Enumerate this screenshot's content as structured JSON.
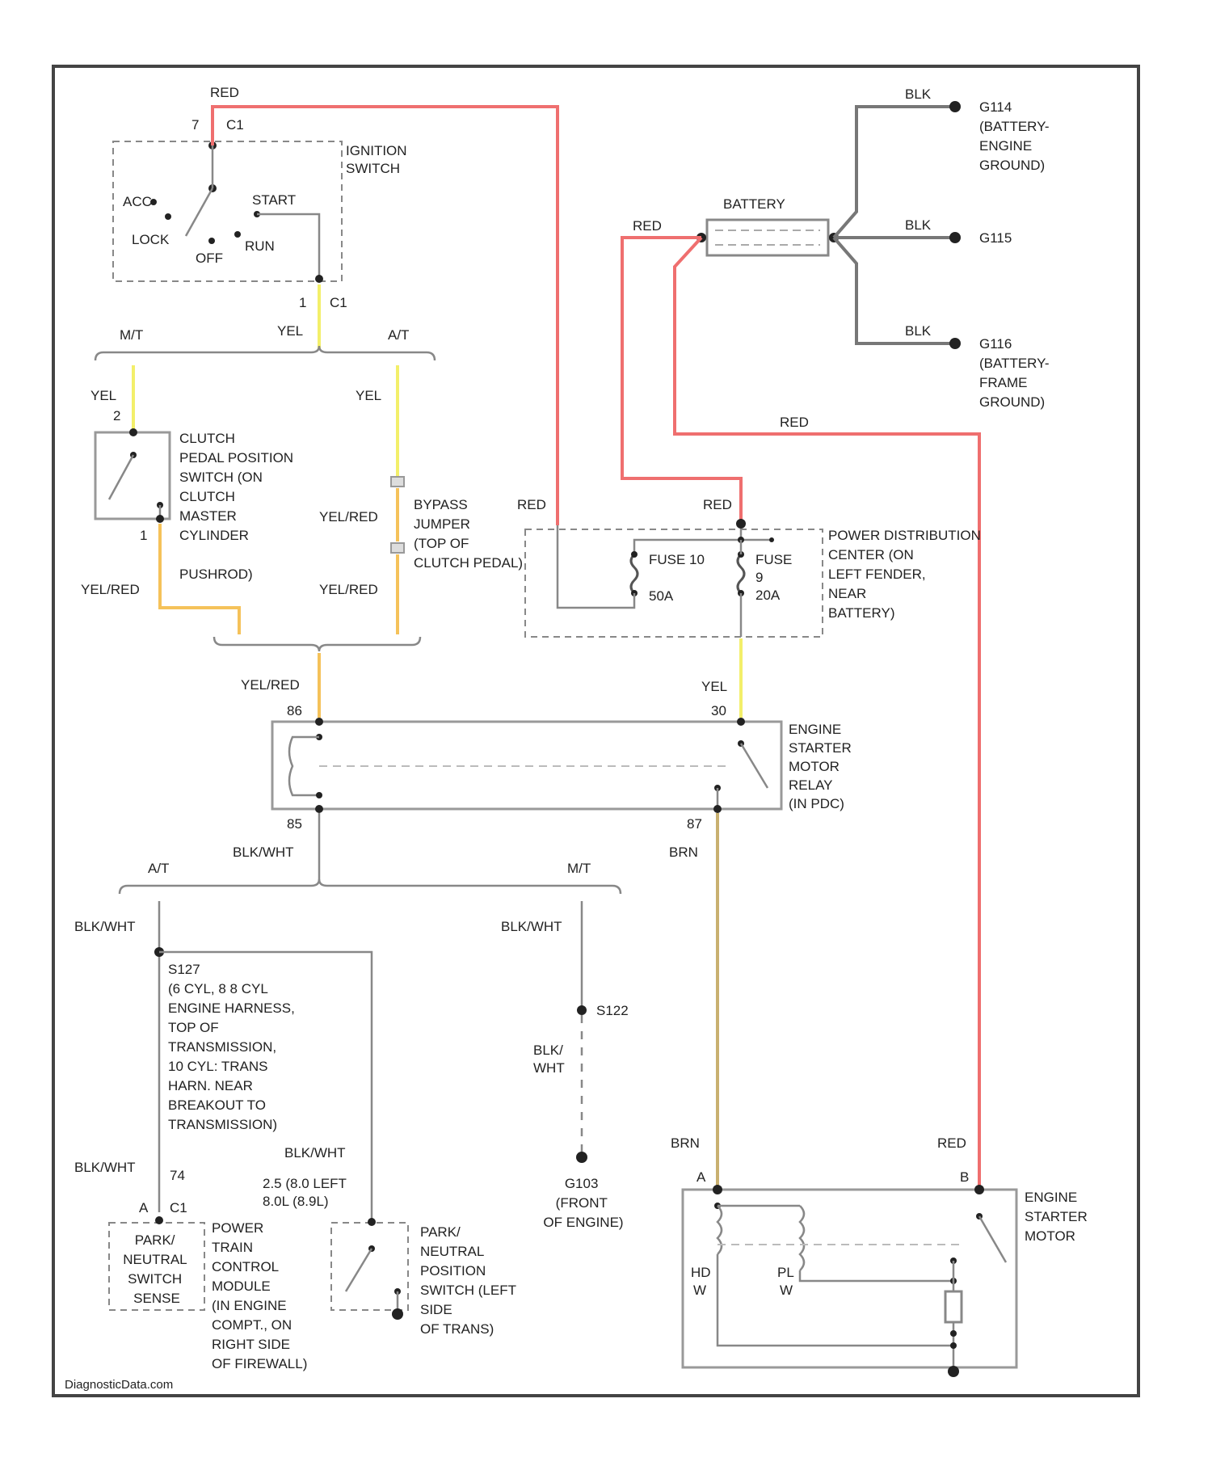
{
  "labels": {
    "red_top": "RED",
    "c1_top_pin": "7",
    "c1_top": "C1",
    "ignition_switch": [
      "IGNITION",
      "SWITCH"
    ],
    "acc": "ACC",
    "start": "START",
    "lock": "LOCK",
    "run": "RUN",
    "off": "OFF",
    "c1_bot_pin": "1",
    "c1_bot": "C1",
    "yel_after_ign": "YEL",
    "mt_1": "M/T",
    "at_1": "A/T",
    "yel_mt": "YEL",
    "yel_at": "YEL",
    "clutch_pin_top": "2",
    "clutch_pin_bot": "1",
    "clutch_switch": [
      "CLUTCH",
      "PEDAL POSITION",
      "SWITCH (ON",
      "CLUTCH",
      "MASTER",
      "CYLINDER"
    ],
    "pushrod": "PUSHROD)",
    "yelred_left": "YEL/RED",
    "yelred_mid_top": "YEL/RED",
    "yelred_mid_bot": "YEL/RED",
    "bypass_jumper": [
      "BYPASS",
      "JUMPER",
      "(TOP OF",
      "CLUTCH PEDAL)"
    ],
    "yelred_relay": "YEL/RED",
    "relay_pin_86": "86",
    "relay_pin_85": "85",
    "relay_pin_30": "30",
    "relay_pin_87": "87",
    "engine_starter_relay": [
      "ENGINE",
      "STARTER",
      "MOTOR",
      "RELAY",
      "(IN PDC)"
    ],
    "battery": "BATTERY",
    "red_battery": "RED",
    "blk_1": "BLK",
    "blk_2": "BLK",
    "blk_3": "BLK",
    "g114": [
      "G114",
      "(BATTERY-",
      "ENGINE",
      "GROUND)"
    ],
    "g115": "G115",
    "g116": [
      "G116",
      "(BATTERY-",
      "FRAME",
      "GROUND)"
    ],
    "red_right": "RED",
    "red_pdc_left": "RED",
    "red_pdc_right": "RED",
    "pdc": [
      "POWER DISTRIBUTION",
      "CENTER (ON",
      "LEFT FENDER,",
      "NEAR",
      "BATTERY)"
    ],
    "fuse10": [
      "FUSE 10",
      "50A"
    ],
    "fuse9": [
      "FUSE",
      "9",
      "20A"
    ],
    "yel_relay": "YEL",
    "blkwht_relay": "BLK/WHT",
    "at_2": "A/T",
    "mt_2": "M/T",
    "brn_relay": "BRN",
    "blkwht_left": "BLK/WHT",
    "blkwht_mid": "BLK/WHT",
    "s127": [
      "S127",
      "(6 CYL, 8 8 CYL",
      "ENGINE HARNESS,",
      "TOP OF",
      "TRANSMISSION,",
      "10 CYL: TRANS",
      "HARN. NEAR",
      "BREAKOUT TO",
      "TRANSMISSION)"
    ],
    "s122": "S122",
    "blk_wht_dash": [
      "BLK/",
      "WHT"
    ],
    "blkwht_bottom_left": "BLK/WHT",
    "pin_74": "74",
    "pin_c1_a": "A",
    "pin_c1": "C1",
    "blkwht_pnp": "BLK/WHT",
    "pnp_note": [
      "2.5 (8.0 LEFT",
      "8.0L (8.9L)"
    ],
    "pcm_box": [
      "PARK/",
      "NEUTRAL",
      "SWITCH",
      "SENSE"
    ],
    "pcm": [
      "POWER",
      "TRAIN",
      "CONTROL",
      "MODULE",
      "(IN ENGINE",
      "COMPT., ON",
      "RIGHT SIDE",
      "OF FIREWALL)"
    ],
    "pnp_switch": [
      "PARK/",
      "NEUTRAL",
      "POSITION",
      "SWITCH (LEFT",
      "SIDE",
      "OF TRANS)"
    ],
    "g103": [
      "G103",
      "(FRONT",
      "OF ENGINE)"
    ],
    "brn_motor": "BRN",
    "red_motor": "RED",
    "motor_pin_a": "A",
    "motor_pin_b": "B",
    "engine_starter_motor": [
      "ENGINE",
      "STARTER",
      "MOTOR"
    ],
    "hd": [
      "HD",
      "W"
    ],
    "pl": [
      "PL",
      "W"
    ],
    "watermark": "DiagnosticData.com"
  }
}
